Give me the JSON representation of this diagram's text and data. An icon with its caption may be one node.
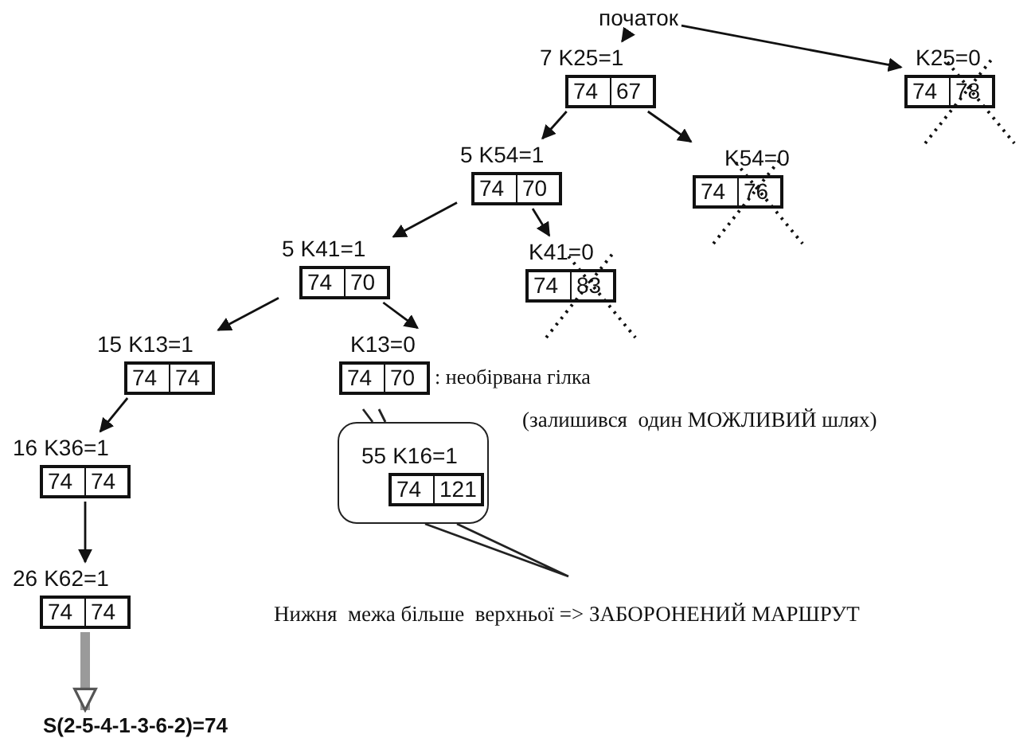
{
  "diagram": {
    "nodes": [
      {
        "text": [
          "початок"
        ]
      },
      {
        "text": [
          "K25=1",
          "74",
          "67"
        ],
        "beside": [
          "7"
        ]
      },
      {
        "text": [
          "K25=0",
          "74",
          "78"
        ]
      },
      {
        "text": [
          "K54=1",
          "74",
          "70"
        ],
        "beside": [
          "5"
        ]
      },
      {
        "text": [
          "K54=0",
          "74",
          "76"
        ]
      },
      {
        "text": [
          "K41=1",
          "74",
          "70"
        ],
        "beside": [
          "5"
        ]
      },
      {
        "text": [
          "K41=0",
          "74",
          "83"
        ]
      },
      {
        "text": [
          "K13=1",
          "74",
          "74"
        ],
        "beside": [
          "15"
        ]
      },
      {
        "text": [
          "K13=0",
          "74",
          "70"
        ],
        "beside": [
          ": необірвана гілка"
        ]
      },
      {
        "text": [
          "K36=1",
          "74",
          "74"
        ],
        "beside": [
          "16"
        ]
      },
      {
        "text": [
          "K62=1",
          "74",
          "74"
        ],
        "beside": [
          "26"
        ]
      },
      {
        "text": [
          "S(2-5-4-1-3-6-2)=74"
        ]
      },
      {
        "text": [],
        "shape": "callout"
      },
      {
        "text": [
          "K16=1",
          "74",
          "121"
        ],
        "beside": [
          "55"
        ],
        "in": 12
      }
    ],
    "edges": [
      {
        "from": 0,
        "to": 1,
        "arrow": "to"
      },
      {
        "from": 0,
        "to": 2,
        "arrow": "to"
      },
      {
        "from": 1,
        "to": 3,
        "arrow": "to"
      },
      {
        "from": 1,
        "to": 4,
        "arrow": "to"
      },
      {
        "from": 3,
        "to": 5,
        "arrow": "to"
      },
      {
        "from": 3,
        "to": 6,
        "arrow": "to"
      },
      {
        "from": 5,
        "to": 7,
        "arrow": "to"
      },
      {
        "from": 5,
        "to": 8,
        "arrow": "to"
      },
      {
        "from": 7,
        "to": 9,
        "arrow": "to"
      },
      {
        "from": 9,
        "to": 10,
        "arrow": "to"
      },
      {
        "from": 10,
        "to": 11,
        "arrow": "to",
        "style": "thick",
        "color": "#9a9a9a"
      }
    ],
    "labels": [
      "(залишився  один МОЖЛИВИЙ шлях)",
      "Нижня  межа більше  верхньої => ЗАБОРОНЕНИЙ МАРШРУТ"
    ]
  }
}
